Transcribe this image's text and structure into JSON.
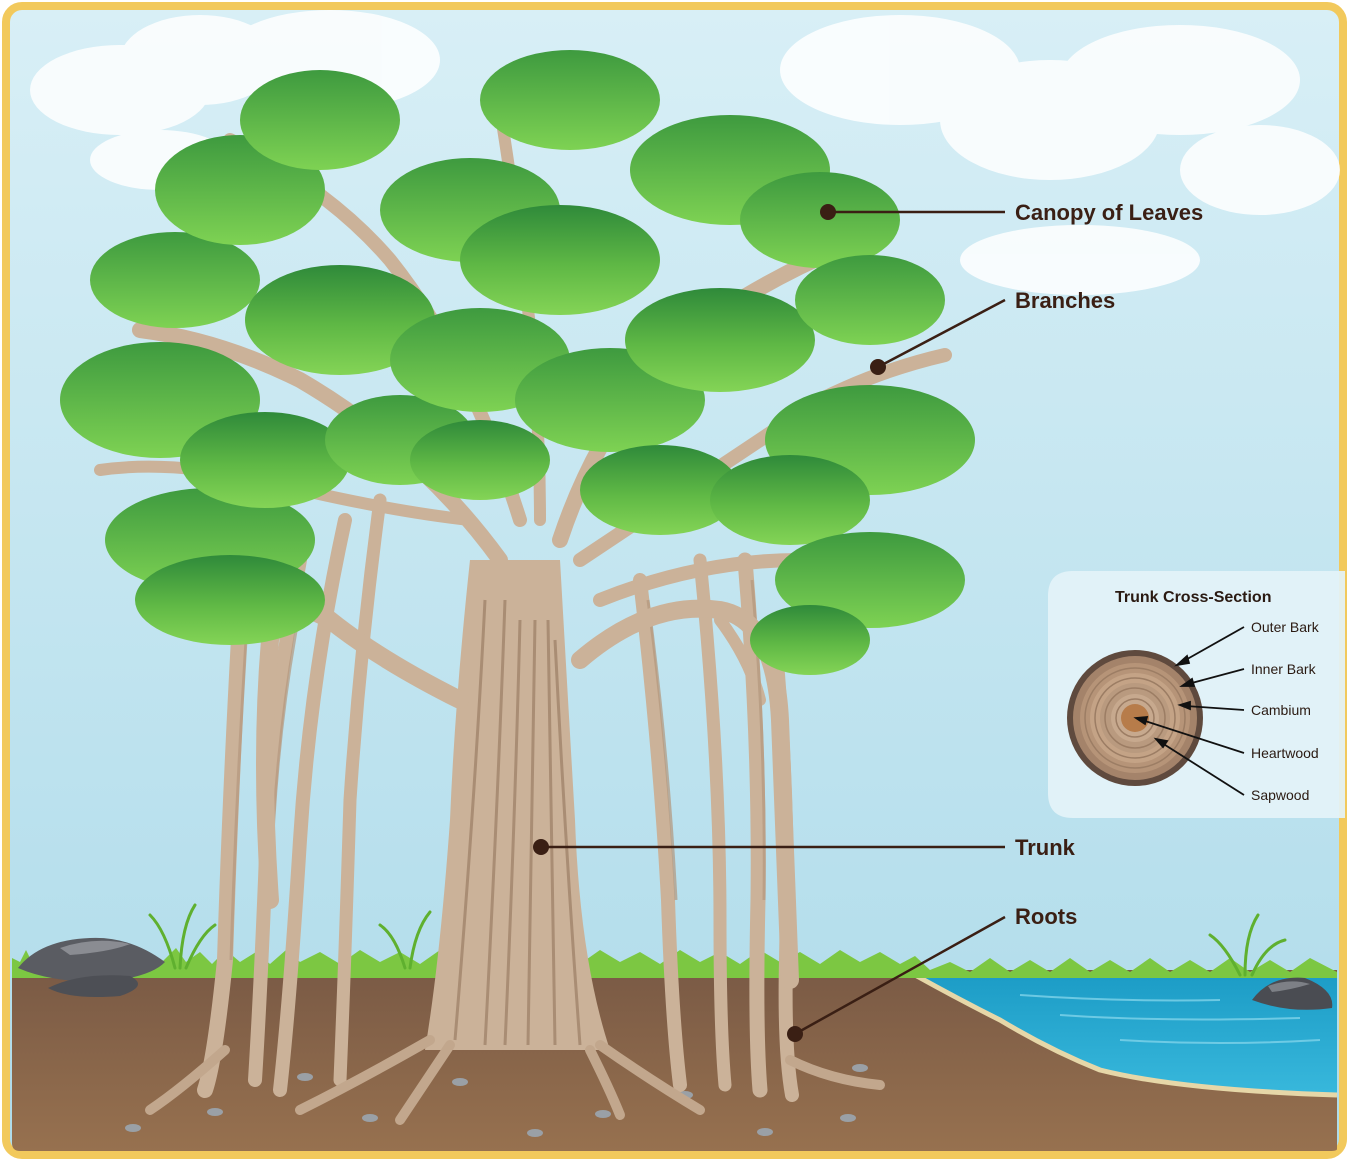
{
  "labels": {
    "canopy": "Canopy of Leaves",
    "branches": "Branches",
    "trunk": "Trunk",
    "roots": "Roots"
  },
  "cross_section": {
    "title": "Trunk Cross-Section",
    "layers": [
      "Outer Bark",
      "Inner Bark",
      "Cambium",
      "Heartwood",
      "Sapwood"
    ]
  },
  "colors": {
    "frame": "#f2c95c",
    "sky": "#bfe3ef",
    "soil": "#8e6a4f",
    "water": "#1fa6cf",
    "grass": "#7cc742",
    "bark": "#cbb299",
    "leaf_light": "#74c94a",
    "leaf_dark": "#2f8a3a",
    "label_text": "#3a1f14",
    "pointer_dot": "#3a1f14"
  }
}
